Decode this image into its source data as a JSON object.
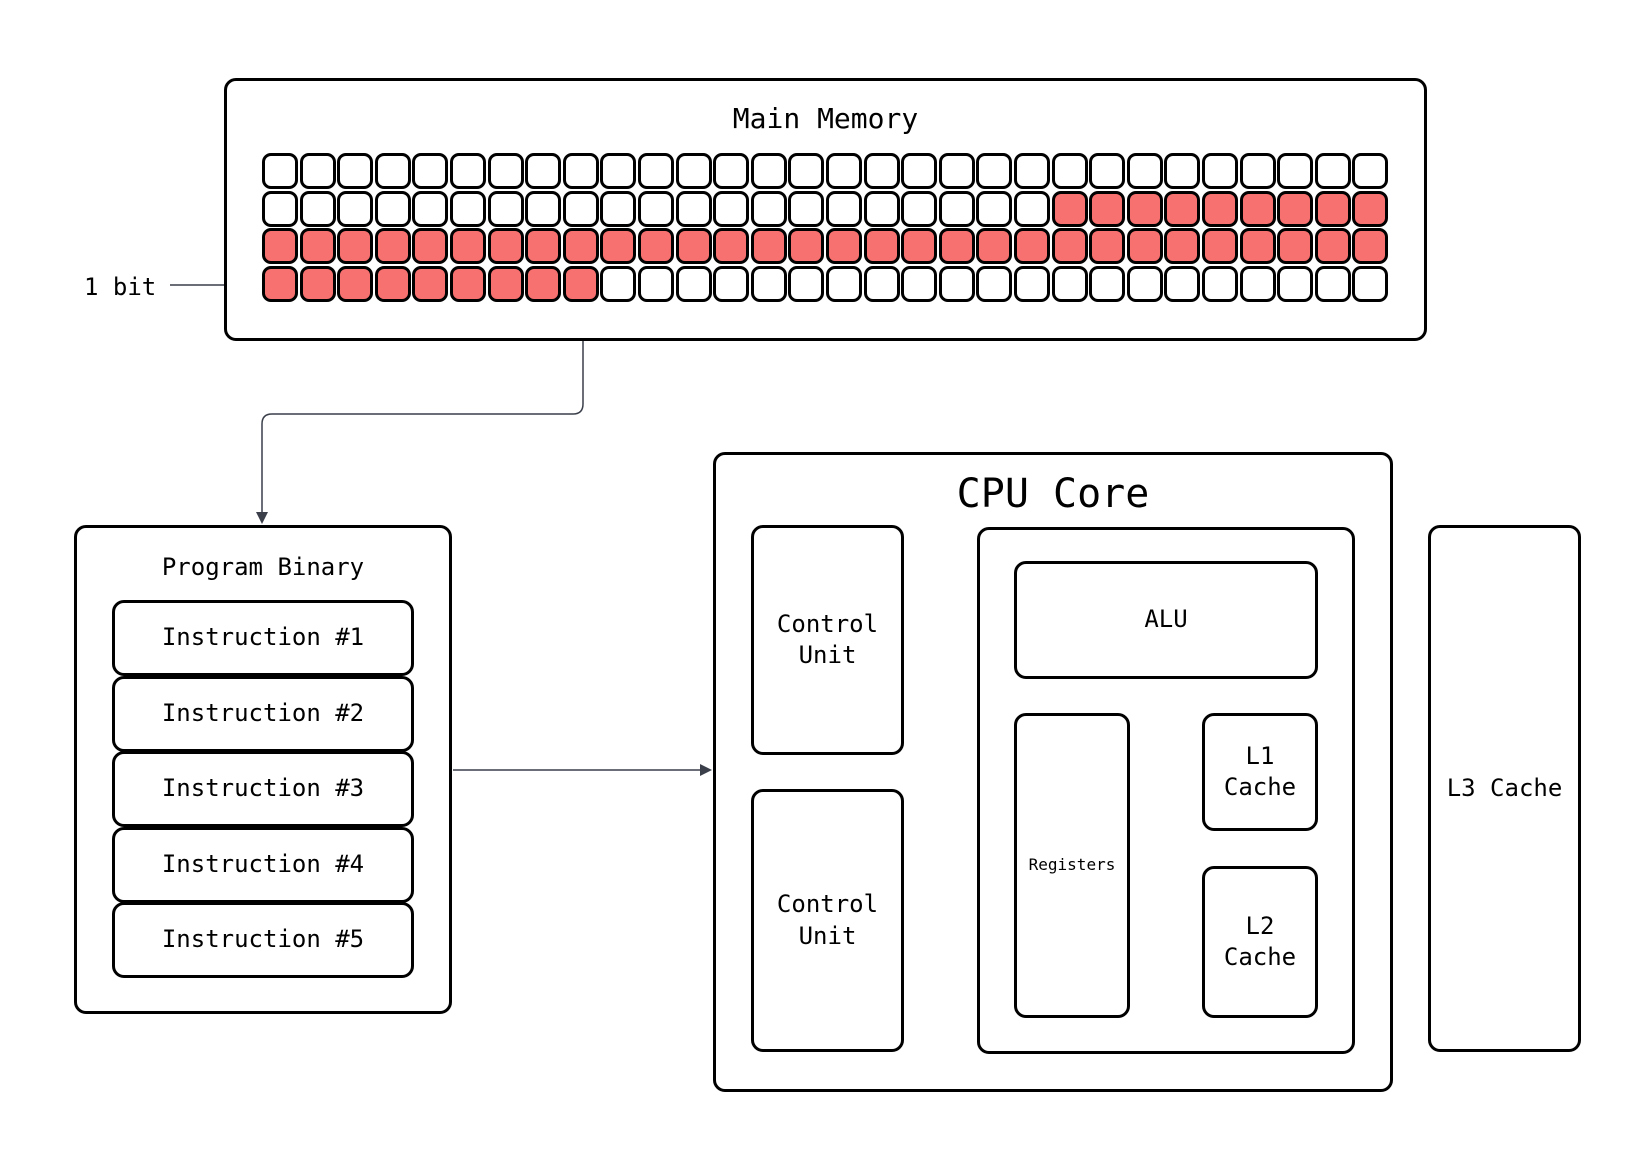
{
  "memory": {
    "title": "Main Memory",
    "bit_label": "1 bit",
    "cols": 30,
    "filled_colored": 0,
    "rows": [
      {
        "colored_from": 30,
        "colored_to": 30
      },
      {
        "colored_from": 21,
        "colored_to": 30
      },
      {
        "colored_from": 0,
        "colored_to": 30
      },
      {
        "colored_from": 0,
        "colored_to": 9
      }
    ],
    "colors": {
      "on": "#f87171",
      "off": "#ffffff",
      "stroke": "#000000",
      "connector": "#3a3f4a"
    }
  },
  "program": {
    "title": "Program Binary",
    "instructions": [
      "Instruction #1",
      "Instruction #2",
      "Instruction #3",
      "Instruction #4",
      "Instruction #5"
    ]
  },
  "cpu": {
    "title": "CPU Core",
    "control_units": [
      "Control\nUnit",
      "Control\nUnit"
    ],
    "alu": "ALU",
    "registers": "Registers",
    "l1": "L1\nCache",
    "l2": "L2\nCache"
  },
  "l3": "L3 Cache"
}
